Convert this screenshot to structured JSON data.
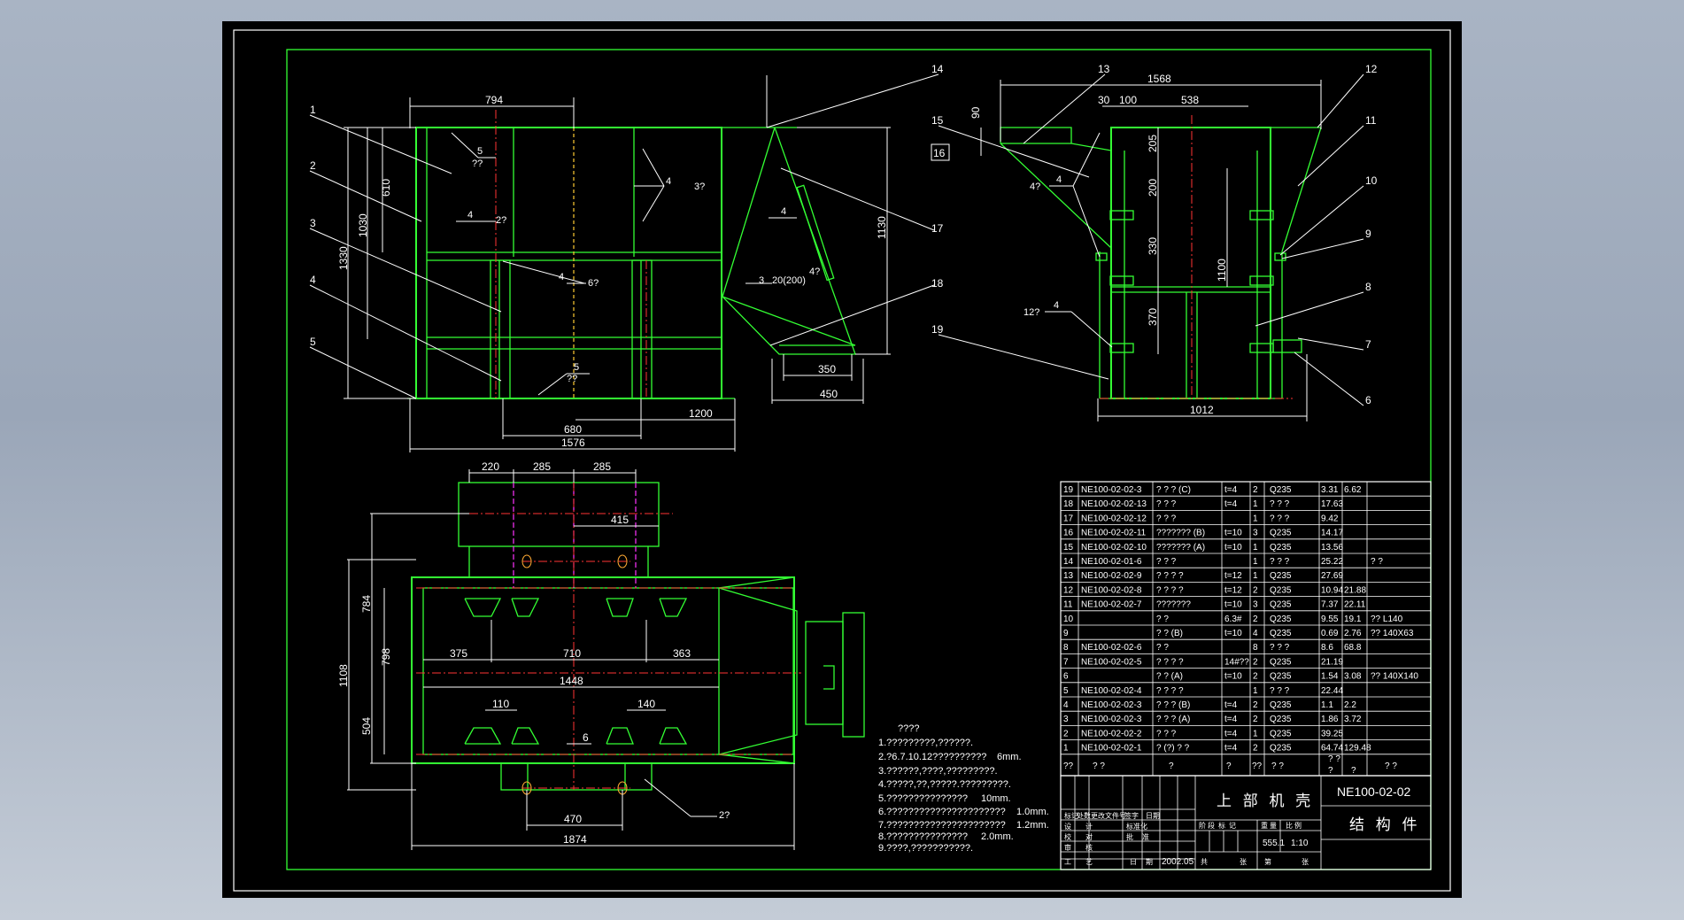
{
  "colors": {
    "background": "#000000",
    "outline": "#33ff33",
    "dimension": "#ffffff",
    "centerline": "#ff3333",
    "hidden": "#ff33ff"
  },
  "front_view": {
    "dims": {
      "top_794": "794",
      "h_1330": "1330",
      "h_1030": "1030",
      "h_610": "610",
      "h_1130": "1130",
      "w_680": "680",
      "w_1200": "1200",
      "w_1576": "1576",
      "w_350": "350",
      "w_450": "450"
    },
    "welds": {
      "w1": "5",
      "w1b": "??",
      "w2": "4",
      "w2b": "2?",
      "w3": "4",
      "w3b": "6?",
      "w4": "4",
      "w4b": "3?",
      "w5": "4",
      "w6": "5",
      "w6b": "??",
      "w7": "3",
      "w7b": "20(200)",
      "w7c": "4?"
    },
    "balloons": [
      "1",
      "2",
      "3",
      "4",
      "5",
      "14",
      "17",
      "18",
      "19"
    ]
  },
  "side_view": {
    "dims": {
      "w_1568": "1568",
      "w_30": "30",
      "w_100": "100",
      "w_538": "538",
      "h_90": "90",
      "h_205": "205",
      "h_200": "200",
      "h_330": "330",
      "h_1100": "1100",
      "h_370": "370",
      "w_1012": "1012"
    },
    "welds": {
      "s1": "4?",
      "s2": "4",
      "s3": "12?",
      "s4": "4"
    },
    "balloons": [
      "13",
      "12",
      "15",
      "16",
      "11",
      "10",
      "9",
      "8",
      "7",
      "6"
    ]
  },
  "top_view": {
    "dims": {
      "w_220": "220",
      "w_285a": "285",
      "w_285b": "285",
      "w_415": "415",
      "h_784": "784",
      "h_1108": "1108",
      "h_798": "798",
      "h_504": "504",
      "w_375": "375",
      "w_710": "710",
      "w_363": "363",
      "w_1448": "1448",
      "w_110": "110",
      "w_140": "140",
      "w_6": "6",
      "w_470": "470",
      "w_1874": "1874"
    },
    "welds": {
      "t1": "2?"
    }
  },
  "notes": {
    "title": "????",
    "lines": [
      "1.?????????,??????.",
      "2.?6.7.10.12??????????",
      "3.??????,????,?????????.",
      "4.?????,??,?????.?????????.",
      "5.???????????????",
      "6.??????????????????????",
      "7.??????????????????????",
      "8.???????????????",
      "9.????,???????????."
    ],
    "values": [
      "6mm.",
      "",
      "",
      "",
      "10mm.",
      "1.0mm.",
      "1.2mm.",
      "2.0mm.",
      ""
    ]
  },
  "bom": {
    "rows": [
      {
        "no": "19",
        "code": "NE100-02-02-3",
        "name": "? ? ?   (C)",
        "spec": "t=4",
        "qty": "2",
        "mat": "Q235",
        "w1": "3.31",
        "w2": "6.62",
        "note": ""
      },
      {
        "no": "18",
        "code": "NE100-02-02-13",
        "name": "? ? ?",
        "spec": "t=4",
        "qty": "1",
        "mat": "? ? ?",
        "w1": "17.63",
        "w2": "",
        "note": ""
      },
      {
        "no": "17",
        "code": "NE100-02-02-12",
        "name": "? ? ?",
        "spec": "",
        "qty": "1",
        "mat": "? ? ?",
        "w1": "9.42",
        "w2": "",
        "note": ""
      },
      {
        "no": "16",
        "code": "NE100-02-02-11",
        "name": "???????   (B)",
        "spec": "t=10",
        "qty": "3",
        "mat": "Q235",
        "w1": "14.17",
        "w2": "",
        "note": ""
      },
      {
        "no": "15",
        "code": "NE100-02-02-10",
        "name": "???????   (A)",
        "spec": "t=10",
        "qty": "1",
        "mat": "Q235",
        "w1": "13.56",
        "w2": "",
        "note": ""
      },
      {
        "no": "14",
        "code": "NE100-02-01-6",
        "name": "? ? ?",
        "spec": "",
        "qty": "1",
        "mat": "? ? ?",
        "w1": "25.22",
        "w2": "",
        "note": "?     ?"
      },
      {
        "no": "13",
        "code": "NE100-02-02-9",
        "name": "? ? ? ?",
        "spec": "t=12",
        "qty": "1",
        "mat": "Q235",
        "w1": "27.69",
        "w2": "",
        "note": ""
      },
      {
        "no": "12",
        "code": "NE100-02-02-8",
        "name": "? ? ? ?",
        "spec": "t=12",
        "qty": "2",
        "mat": "Q235",
        "w1": "10.94",
        "w2": "21.88",
        "note": ""
      },
      {
        "no": "11",
        "code": "NE100-02-02-7",
        "name": "???????",
        "spec": "t=10",
        "qty": "3",
        "mat": "Q235",
        "w1": "7.37",
        "w2": "22.11",
        "note": ""
      },
      {
        "no": "10",
        "code": "",
        "name": "? ?",
        "spec": "6.3#",
        "qty": "2",
        "mat": "Q235",
        "w1": "9.55",
        "w2": "19.1",
        "note": "??   L140"
      },
      {
        "no": "9",
        "code": "",
        "name": "? ?   (B)",
        "spec": "t=10",
        "qty": "4",
        "mat": "Q235",
        "w1": "0.69",
        "w2": "2.76",
        "note": "??  140X63"
      },
      {
        "no": "8",
        "code": "NE100-02-02-6",
        "name": "? ?",
        "spec": "",
        "qty": "8",
        "mat": "? ? ?",
        "w1": "8.6",
        "w2": "68.8",
        "note": ""
      },
      {
        "no": "7",
        "code": "NE100-02-02-5",
        "name": "? ? ? ?",
        "spec": "14#??",
        "qty": "2",
        "mat": "Q235",
        "w1": "21.19",
        "w2": "",
        "note": ""
      },
      {
        "no": "6",
        "code": "",
        "name": "? ?   (A)",
        "spec": "t=10",
        "qty": "2",
        "mat": "Q235",
        "w1": "1.54",
        "w2": "3.08",
        "note": "??  140X140"
      },
      {
        "no": "5",
        "code": "NE100-02-02-4",
        "name": "? ? ? ?",
        "spec": "",
        "qty": "1",
        "mat": "? ? ?",
        "w1": "22.44",
        "w2": "",
        "note": ""
      },
      {
        "no": "4",
        "code": "NE100-02-02-3",
        "name": "? ? ?   (B)",
        "spec": "t=4",
        "qty": "2",
        "mat": "Q235",
        "w1": "1.1",
        "w2": "2.2",
        "note": ""
      },
      {
        "no": "3",
        "code": "NE100-02-02-3",
        "name": "? ? ?   (A)",
        "spec": "t=4",
        "qty": "2",
        "mat": "Q235",
        "w1": "1.86",
        "w2": "3.72",
        "note": ""
      },
      {
        "no": "2",
        "code": "NE100-02-02-2",
        "name": "? ? ?",
        "spec": "t=4",
        "qty": "1",
        "mat": "Q235",
        "w1": "39.25",
        "w2": "",
        "note": ""
      },
      {
        "no": "1",
        "code": "NE100-02-02-1",
        "name": "?  (?)  ? ?",
        "spec": "t=4",
        "qty": "2",
        "mat": "Q235",
        "w1": "64.74",
        "w2": "129.48",
        "note": ""
      }
    ],
    "header": {
      "no": "??",
      "code": "?       ?",
      "name": "?",
      "spec": "?",
      "qty": "??",
      "mat": "?     ?",
      "w": "? ?",
      "wb": "? ?",
      "w1": "?",
      "w2": "?",
      "note": "?     ?"
    }
  },
  "title_block": {
    "part_name": "上 部 机 壳",
    "drawing_no": "NE100-02-02",
    "category": "结 构 件",
    "weight": "555.1",
    "scale": "1:10",
    "date": "2002.05",
    "cells": [
      "标记",
      "处数",
      "更改文件号",
      "签",
      "字",
      "日",
      "期",
      "设",
      "计",
      "标准化",
      "校",
      "对",
      "批",
      "准",
      "审",
      "核",
      "工",
      "艺",
      "日",
      "期",
      "阶",
      "段",
      "标",
      "记",
      "重",
      "量",
      "比",
      "例",
      "共",
      "张",
      "第",
      "张"
    ]
  }
}
